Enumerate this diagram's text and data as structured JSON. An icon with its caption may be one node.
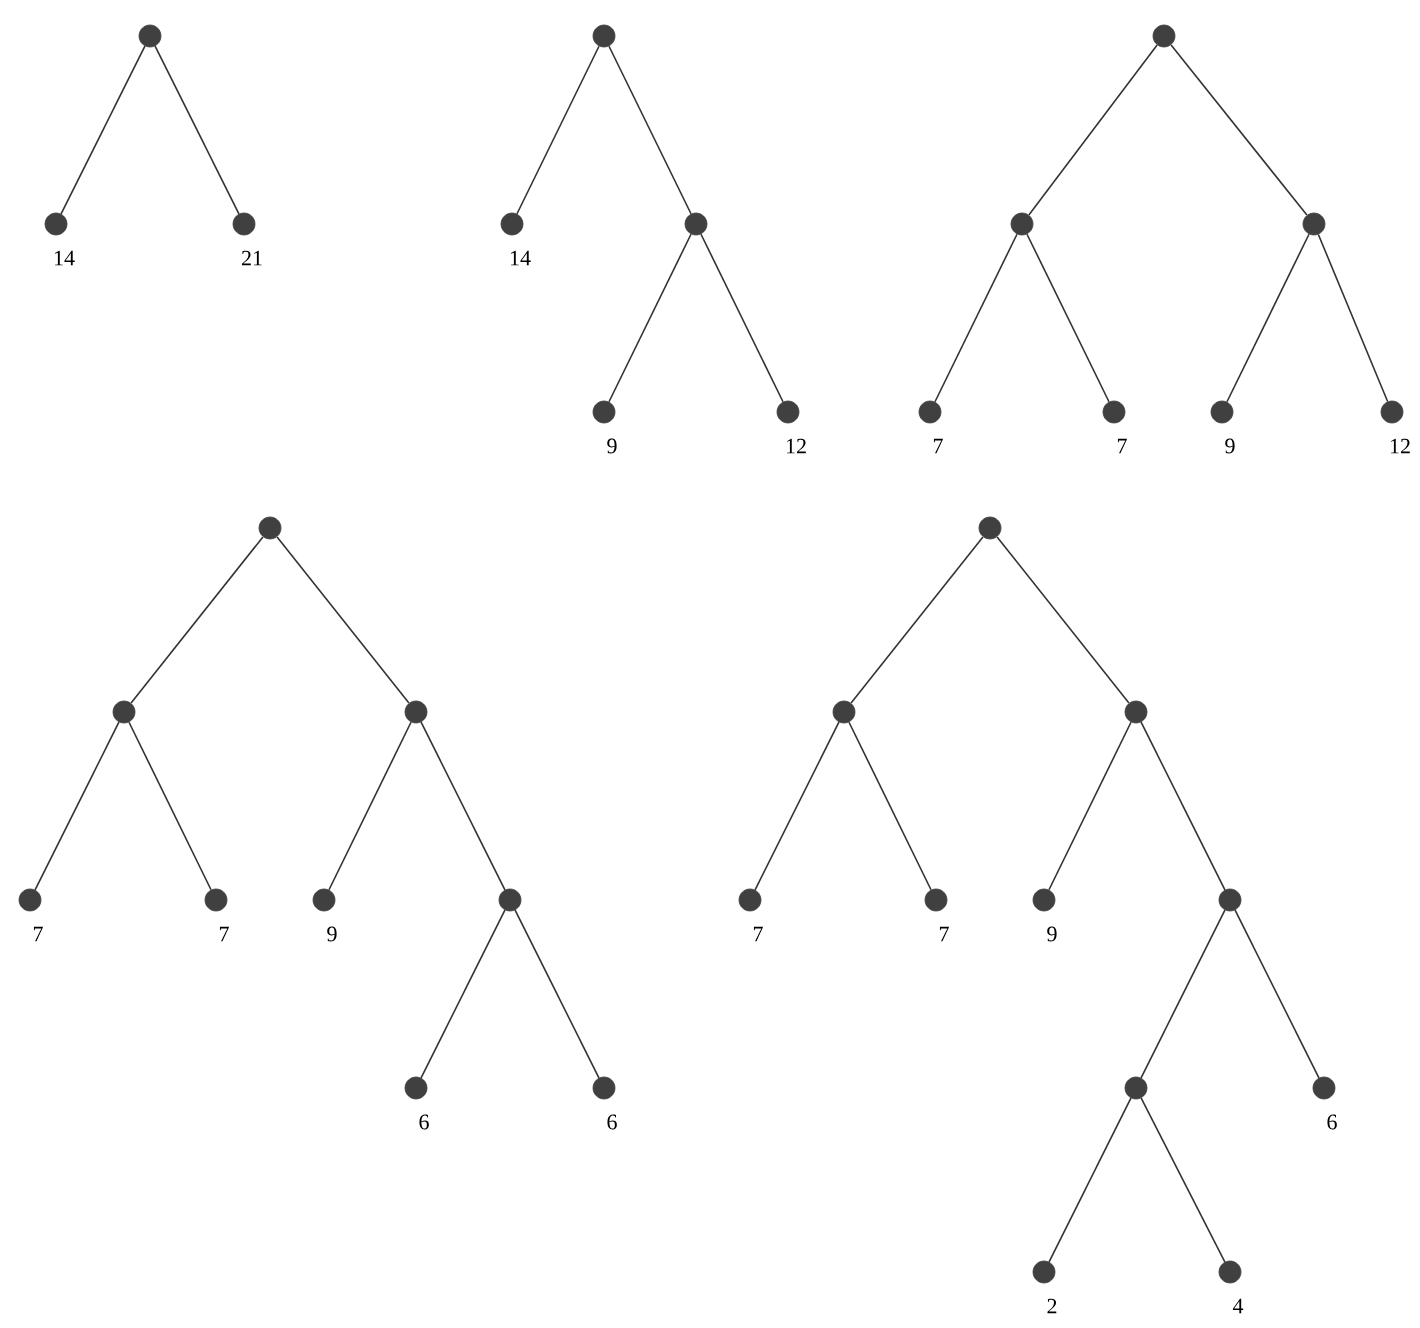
{
  "diagram": {
    "nodes": [
      {
        "text": [],
        "shape": "circle"
      },
      {
        "text": [],
        "shape": "circle",
        "beside": [
          "14"
        ]
      },
      {
        "text": [],
        "shape": "circle",
        "beside": [
          "21"
        ]
      },
      {
        "text": [],
        "shape": "circle"
      },
      {
        "text": [],
        "shape": "circle",
        "beside": [
          "14"
        ]
      },
      {
        "text": [],
        "shape": "circle"
      },
      {
        "text": [],
        "shape": "circle",
        "beside": [
          "9"
        ]
      },
      {
        "text": [],
        "shape": "circle",
        "beside": [
          "12"
        ]
      },
      {
        "text": [],
        "shape": "circle"
      },
      {
        "text": [],
        "shape": "circle"
      },
      {
        "text": [],
        "shape": "circle",
        "beside": [
          "7"
        ]
      },
      {
        "text": [],
        "shape": "circle",
        "beside": [
          "7"
        ]
      },
      {
        "text": [],
        "shape": "circle"
      },
      {
        "text": [],
        "shape": "circle",
        "beside": [
          "9"
        ]
      },
      {
        "text": [],
        "shape": "circle",
        "beside": [
          "12"
        ]
      },
      {
        "text": [],
        "shape": "circle"
      },
      {
        "text": [],
        "shape": "circle"
      },
      {
        "text": [],
        "shape": "circle",
        "beside": [
          "7"
        ]
      },
      {
        "text": [],
        "shape": "circle",
        "beside": [
          "7"
        ]
      },
      {
        "text": [],
        "shape": "circle"
      },
      {
        "text": [],
        "shape": "circle",
        "beside": [
          "9"
        ]
      },
      {
        "text": [],
        "shape": "circle"
      },
      {
        "text": [],
        "shape": "circle",
        "beside": [
          "6"
        ]
      },
      {
        "text": [],
        "shape": "circle",
        "beside": [
          "6"
        ]
      },
      {
        "text": [],
        "shape": "circle"
      },
      {
        "text": [],
        "shape": "circle"
      },
      {
        "text": [],
        "shape": "circle",
        "beside": [
          "7"
        ]
      },
      {
        "text": [],
        "shape": "circle",
        "beside": [
          "7"
        ]
      },
      {
        "text": [],
        "shape": "circle"
      },
      {
        "text": [],
        "shape": "circle",
        "beside": [
          "9"
        ]
      },
      {
        "text": [],
        "shape": "circle"
      },
      {
        "text": [],
        "shape": "circle"
      },
      {
        "text": [],
        "shape": "circle",
        "beside": [
          "2"
        ]
      },
      {
        "text": [],
        "shape": "circle",
        "beside": [
          "4"
        ]
      },
      {
        "text": [],
        "shape": "circle",
        "beside": [
          "6"
        ]
      }
    ],
    "edges": [
      {
        "from": 0,
        "to": 1,
        "arrow": "none"
      },
      {
        "from": 0,
        "to": 2,
        "arrow": "none"
      },
      {
        "from": 3,
        "to": 4,
        "arrow": "none"
      },
      {
        "from": 3,
        "to": 5,
        "arrow": "none"
      },
      {
        "from": 5,
        "to": 6,
        "arrow": "none"
      },
      {
        "from": 5,
        "to": 7,
        "arrow": "none"
      },
      {
        "from": 8,
        "to": 9,
        "arrow": "none"
      },
      {
        "from": 9,
        "to": 10,
        "arrow": "none"
      },
      {
        "from": 9,
        "to": 11,
        "arrow": "none"
      },
      {
        "from": 8,
        "to": 12,
        "arrow": "none"
      },
      {
        "from": 12,
        "to": 13,
        "arrow": "none"
      },
      {
        "from": 12,
        "to": 14,
        "arrow": "none"
      },
      {
        "from": 15,
        "to": 16,
        "arrow": "none"
      },
      {
        "from": 16,
        "to": 17,
        "arrow": "none"
      },
      {
        "from": 16,
        "to": 18,
        "arrow": "none"
      },
      {
        "from": 15,
        "to": 19,
        "arrow": "none"
      },
      {
        "from": 19,
        "to": 20,
        "arrow": "none"
      },
      {
        "from": 19,
        "to": 21,
        "arrow": "none"
      },
      {
        "from": 21,
        "to": 22,
        "arrow": "none"
      },
      {
        "from": 21,
        "to": 23,
        "arrow": "none"
      },
      {
        "from": 24,
        "to": 25,
        "arrow": "none"
      },
      {
        "from": 25,
        "to": 26,
        "arrow": "none"
      },
      {
        "from": 25,
        "to": 27,
        "arrow": "none"
      },
      {
        "from": 24,
        "to": 28,
        "arrow": "none"
      },
      {
        "from": 28,
        "to": 29,
        "arrow": "none"
      },
      {
        "from": 28,
        "to": 30,
        "arrow": "none"
      },
      {
        "from": 30,
        "to": 31,
        "arrow": "none"
      },
      {
        "from": 31,
        "to": 32,
        "arrow": "none"
      },
      {
        "from": 31,
        "to": 33,
        "arrow": "none"
      },
      {
        "from": 30,
        "to": 34,
        "arrow": "none"
      }
    ]
  }
}
